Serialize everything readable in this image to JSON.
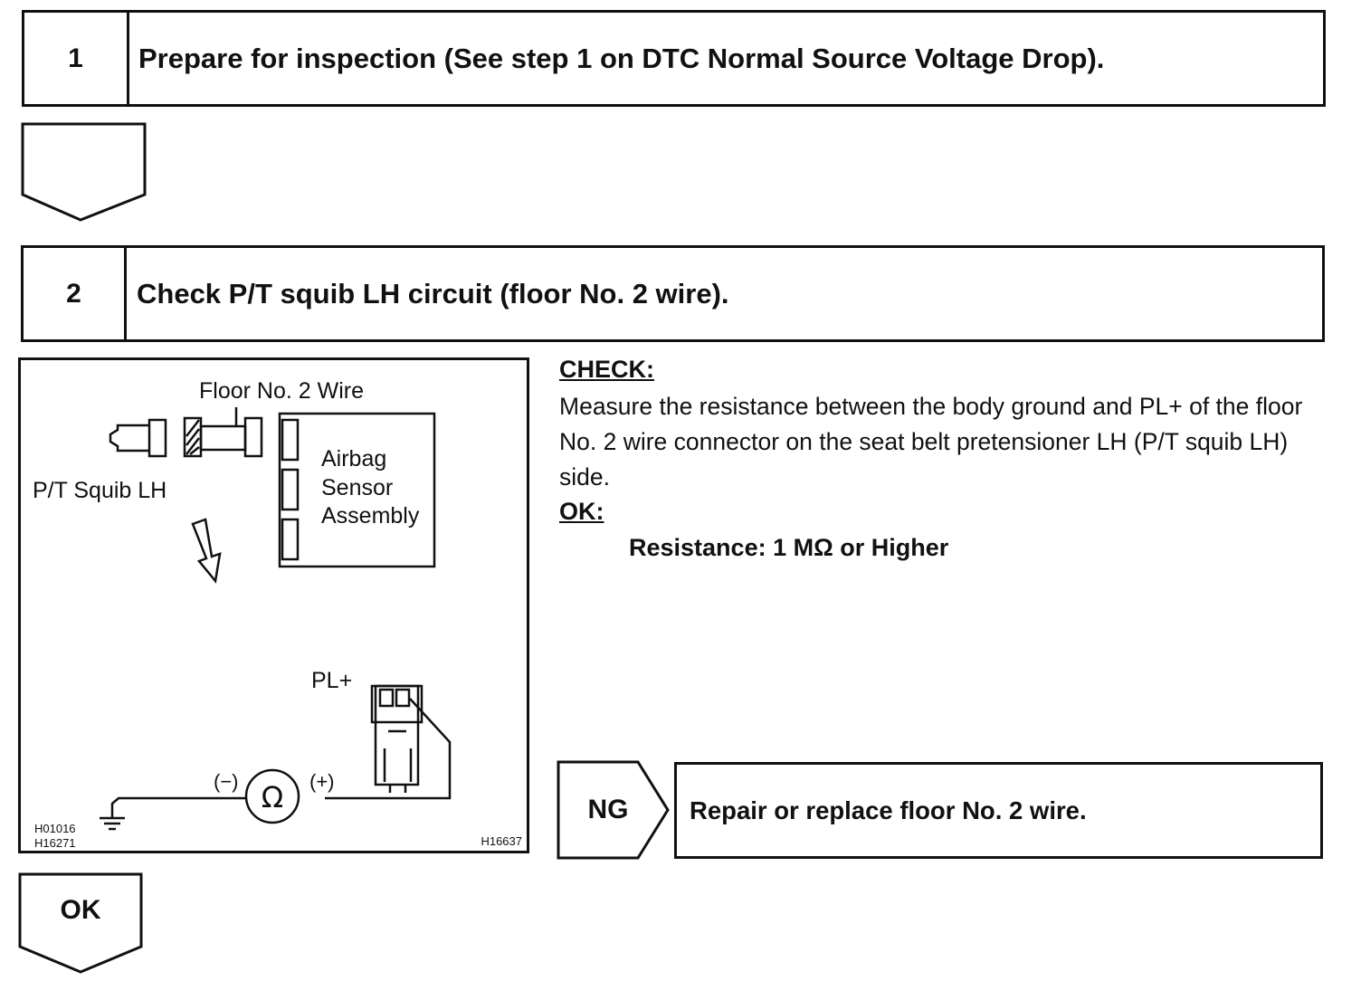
{
  "steps": [
    {
      "number": "1",
      "title": "Prepare for inspection (See step 1 on DTC Normal Source Voltage Drop)."
    },
    {
      "number": "2",
      "title": "Check P/T squib LH circuit (floor No. 2 wire)."
    }
  ],
  "figure": {
    "labels": {
      "floor_wire": "Floor No. 2 Wire",
      "squib": "P/T Squib LH",
      "sensor_line1": "Airbag",
      "sensor_line2": "Sensor",
      "sensor_line3": "Assembly",
      "terminal": "PL+",
      "minus": "(−)",
      "plus": "(+)",
      "ohm": "Ω"
    },
    "codes": {
      "left1": "H01016",
      "left2": "H16271",
      "right": "H16637"
    }
  },
  "check": {
    "heading": "CHECK:",
    "body": "Measure the resistance between the body ground and PL+ of the floor No. 2 wire connector on the seat belt pretensioner LH (P/T squib LH) side.",
    "ok_heading": "OK:",
    "spec": "Resistance: 1 MΩ or Higher"
  },
  "results": {
    "ng_label": "NG",
    "ng_action": "Repair or replace floor No. 2 wire.",
    "ok_label": "OK"
  }
}
